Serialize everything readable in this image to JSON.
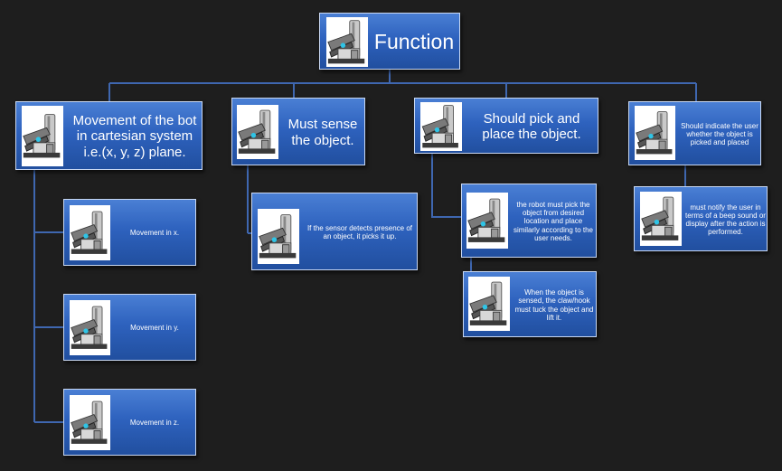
{
  "root": {
    "label": "Function",
    "icon": "robot-arm-icon"
  },
  "branches": [
    {
      "label": "Movement of the bot in cartesian system i.e.(x, y, z) plane.",
      "icon": "robot-arm-icon",
      "children": [
        {
          "label": "Movement in x.",
          "icon": "robot-arm-icon"
        },
        {
          "label": "Movement in y.",
          "icon": "robot-arm-icon"
        },
        {
          "label": "Movement in z.",
          "icon": "robot-arm-icon"
        }
      ]
    },
    {
      "label": "Must sense the object.",
      "icon": "robot-arm-icon",
      "children": [
        {
          "label": "If the sensor detects presence of an object, it picks it up.",
          "icon": "robot-arm-icon"
        }
      ]
    },
    {
      "label": "Should pick and place the object.",
      "icon": "robot-arm-icon",
      "children": [
        {
          "label": "the robot must pick the object from desired location and place similarly according to the user needs.",
          "icon": "robot-arm-icon"
        },
        {
          "label": "When the object is sensed, the claw/hook must tuck the object and lift it.",
          "icon": "robot-arm-icon"
        }
      ]
    },
    {
      "label": "Should indicate the user whether the object is picked and placed",
      "icon": "robot-arm-icon",
      "children": [
        {
          "label": "must notify the user in terms of a beep sound or display after the action is performed.",
          "icon": "robot-arm-icon"
        }
      ]
    }
  ],
  "colors": {
    "background": "#1e1e1e",
    "box_top": "#4a7fd4",
    "box_bottom": "#214f9f",
    "connector": "#3f67b0"
  }
}
